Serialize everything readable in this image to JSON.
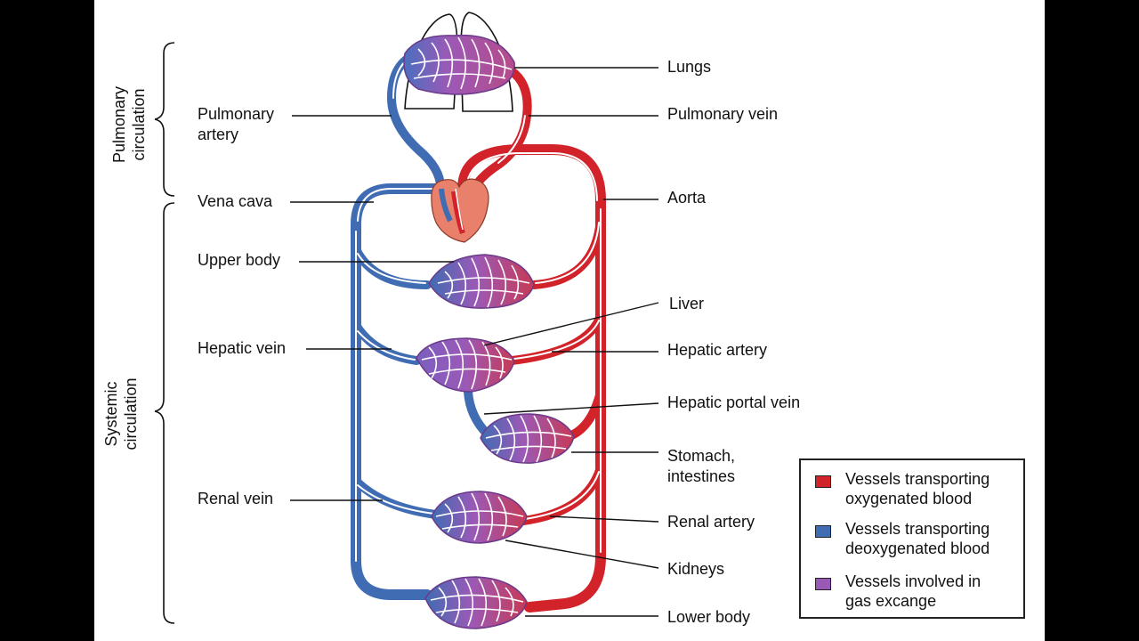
{
  "colors": {
    "oxygenated": "#d2232a",
    "deoxygenated": "#3f6cb3",
    "gas_exchange": "#9b59b6",
    "heart": "#e8806c"
  },
  "side_labels": {
    "pulmonary": "Pulmonary\ncirculation",
    "systemic": "Systemic\ncirculation"
  },
  "left_labels": {
    "pulmonary_artery": "Pulmonary\nartery",
    "vena_cava": "Vena cava",
    "upper_body": "Upper body",
    "hepatic_vein": "Hepatic vein",
    "renal_vein": "Renal vein"
  },
  "right_labels": {
    "lungs": "Lungs",
    "pulmonary_vein": "Pulmonary vein",
    "aorta": "Aorta",
    "liver": "Liver",
    "hepatic_artery": "Hepatic artery",
    "hepatic_portal_vein": "Hepatic portal vein",
    "stomach_intestines": "Stomach,\nintestines",
    "renal_artery": "Renal artery",
    "kidneys": "Kidneys",
    "lower_body": "Lower body"
  },
  "legend": [
    {
      "label": "Vessels transporting\noxygenated blood",
      "color": "#d2232a"
    },
    {
      "label": "Vessels transporting\ndeoxygenated blood",
      "color": "#3f6cb3"
    },
    {
      "label": "Vessels involved in\ngas excange",
      "color": "#9b59b6"
    }
  ]
}
